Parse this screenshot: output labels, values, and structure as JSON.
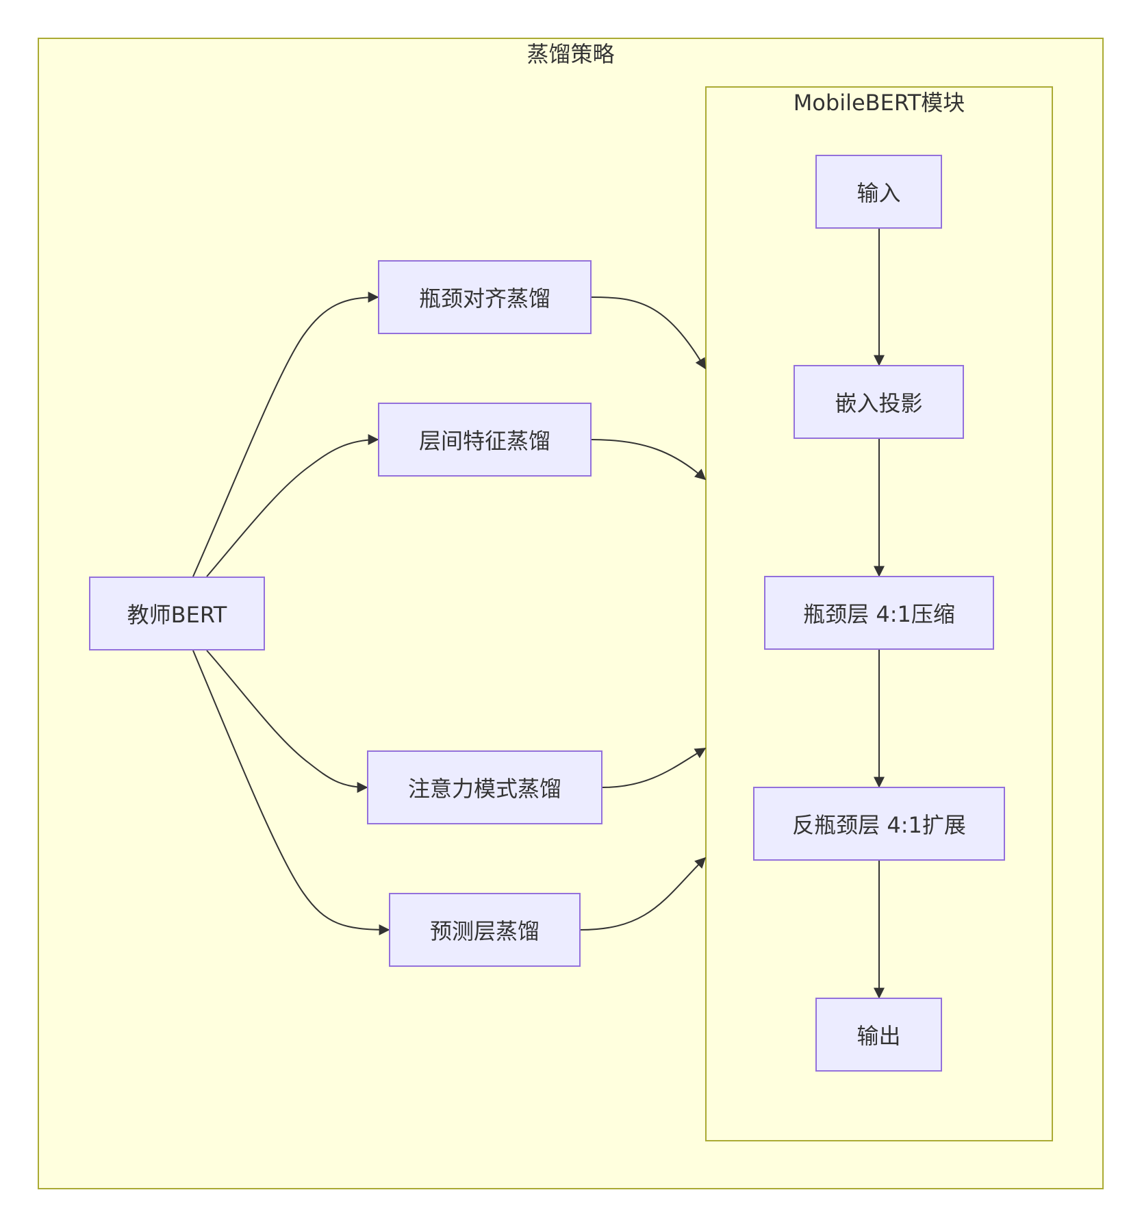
{
  "clusters": {
    "outer": {
      "title": "蒸馏策略"
    },
    "inner": {
      "title": "MobileBERT模块"
    }
  },
  "nodes": {
    "teacher": "教师BERT",
    "bottleneck_align": "瓶颈对齐蒸馏",
    "interlayer_feature": "层间特征蒸馏",
    "attention_pattern": "注意力模式蒸馏",
    "prediction_layer": "预测层蒸馏",
    "input": "输入",
    "embedding_projection": "嵌入投影",
    "bottleneck_layer": "瓶颈层 4:1压缩",
    "inverse_bottleneck": "反瓶颈层 4:1扩展",
    "output": "输出"
  },
  "colors": {
    "cluster_fill": "#ffffde",
    "cluster_border": "#aaaa33",
    "node_fill": "#ececff",
    "node_border": "#9370db",
    "edge": "#333333",
    "text": "#333333"
  }
}
